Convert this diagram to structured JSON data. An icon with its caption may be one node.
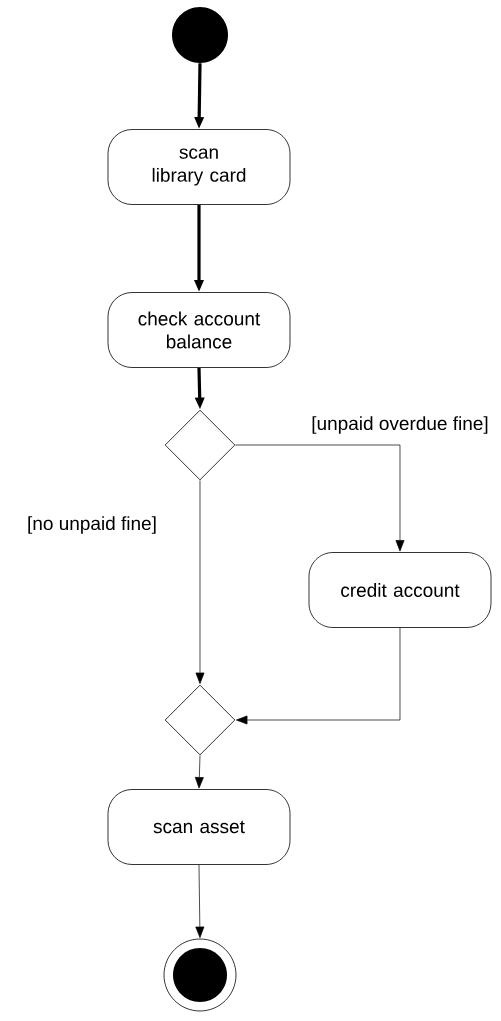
{
  "diagram": {
    "nodes": [
      {
        "text": [],
        "shape": "circle"
      },
      {
        "text": [
          "scan library card"
        ]
      },
      {
        "text": [
          "check account balance"
        ]
      },
      {
        "text": [],
        "shape": "diamond"
      },
      {
        "text": [
          "credit account"
        ]
      },
      {
        "text": [],
        "shape": "diamond"
      },
      {
        "text": [
          "scan asset"
        ]
      },
      {
        "text": [],
        "shape": "bullseye"
      }
    ],
    "edges": [
      {
        "from": 0,
        "to": 1,
        "arrow": "to",
        "style": "thick"
      },
      {
        "from": 1,
        "to": 2,
        "arrow": "to",
        "style": "thick"
      },
      {
        "from": 2,
        "to": 3,
        "arrow": "to",
        "style": "thick"
      },
      {
        "from": 3,
        "to": 4,
        "arrow": "to",
        "label": "[unpaid overdue fine]"
      },
      {
        "from": 3,
        "to": 5,
        "arrow": "to",
        "label": "[no unpaid fine]"
      },
      {
        "from": 4,
        "to": 5,
        "arrow": "to"
      },
      {
        "from": 5,
        "to": 6,
        "arrow": "to"
      },
      {
        "from": 6,
        "to": 7,
        "arrow": "to"
      }
    ]
  }
}
